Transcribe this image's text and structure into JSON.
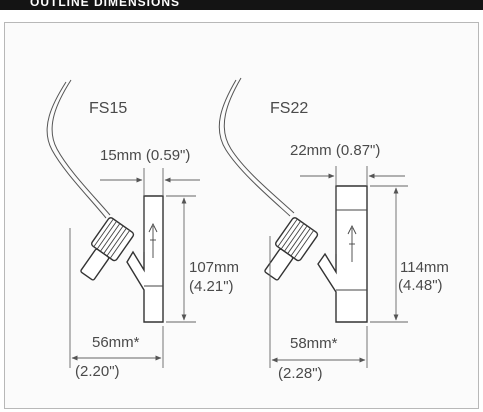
{
  "header": {
    "title": "OUTLINE DIMENSIONS"
  },
  "diagrams": [
    {
      "model": "FS15",
      "width": "15mm (0.59\")",
      "height_mm": "107mm",
      "height_in": "(4.21\")",
      "depth_mm": "56mm*",
      "depth_in": "(2.20\")"
    },
    {
      "model": "FS22",
      "width": "22mm (0.87\")",
      "height_mm": "114mm",
      "height_in": "(4.48\")",
      "depth_mm": "58mm*",
      "depth_in": "(2.28\")"
    }
  ]
}
